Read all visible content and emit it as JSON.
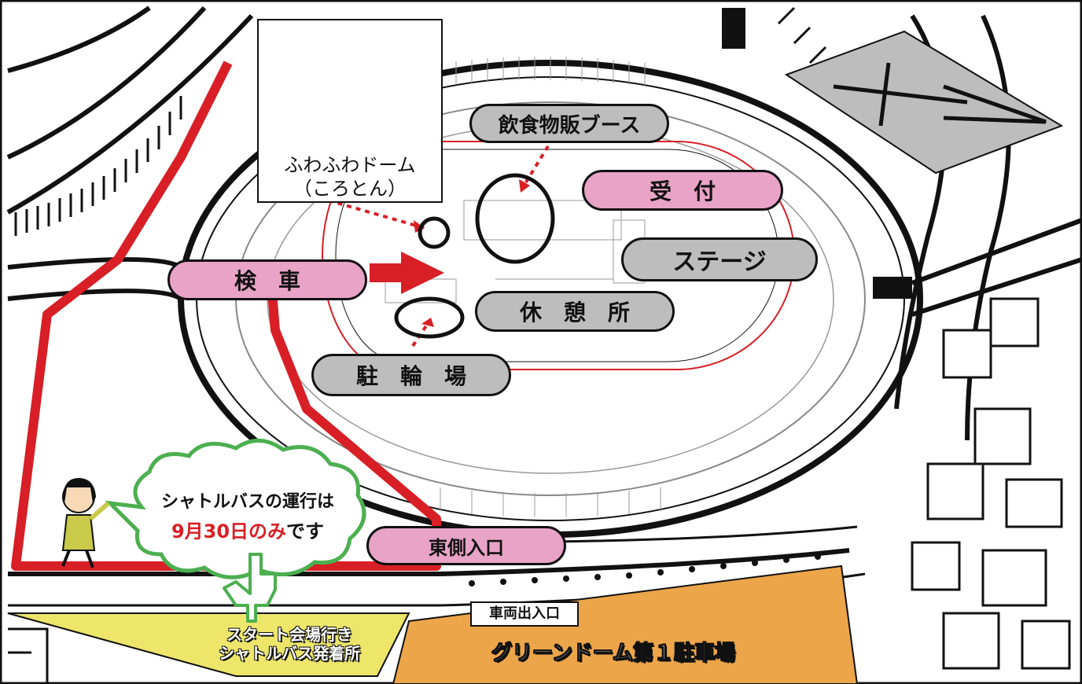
{
  "labels": {
    "food_booth": "飲食物販ブース",
    "reception": "受　付",
    "stage": "ステージ",
    "inspection": "検　車",
    "rest_area": "休　憩　所",
    "bicycle_parking": "駐　輪　場",
    "east_entrance": "東側入口",
    "vehicle_entrance": "車両出入口",
    "parking_lot": "グリーンドーム第１駐車場",
    "bus_stop_line1": "スタート会場行き",
    "bus_stop_line2": "シャトルバス発着所"
  },
  "mascot": {
    "name_line1": "ふわふわドーム",
    "name_line2": "（ころとん）"
  },
  "speech_bubble": {
    "line1": "シャトルバスの運行は",
    "line2_date": "9月30日のみ",
    "line2_suffix": "です"
  },
  "colors": {
    "route_red": "#d81f26",
    "pink_label": "#e8a3c6",
    "gray_label": "#bdbdbd",
    "parking_orange": "#eda54a",
    "bus_stop_yellow": "#ede66b",
    "bubble_green": "#4caf50",
    "north_arrow_gray": "#bdbdbd"
  },
  "icons": [
    "north-arrow-icon",
    "pointing-hand-icon",
    "mascot-figure",
    "guide-girl-figure"
  ]
}
